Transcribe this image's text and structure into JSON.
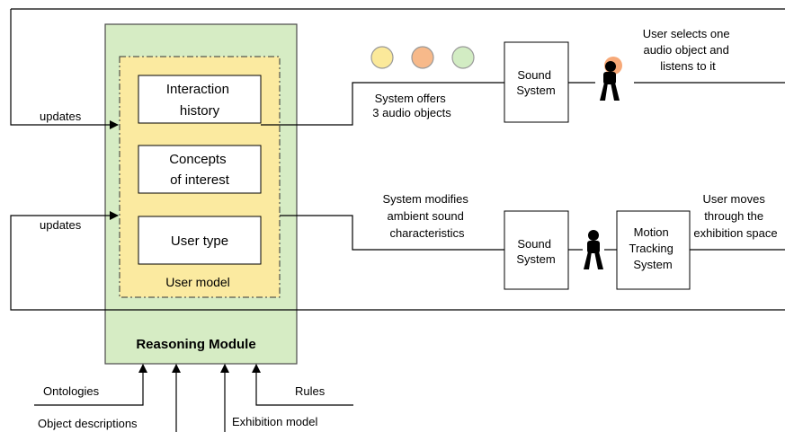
{
  "reasoning_module": {
    "title": "Reasoning Module",
    "fill": "#d6ecc4",
    "stroke": "#4a4a4a"
  },
  "user_model": {
    "label": "User model",
    "fill": "#fbeaa0",
    "boxes": {
      "interaction_history": [
        "Interaction",
        "history"
      ],
      "concepts_of_interest": [
        "Concepts",
        "of interest"
      ],
      "user_type": [
        "User type"
      ]
    }
  },
  "feedback": {
    "updates_top": "updates",
    "updates_bottom": "updates"
  },
  "top_flow": {
    "system_offers": [
      "System offers",
      "3 audio objects"
    ],
    "sound_system": [
      "Sound",
      "System"
    ],
    "user_selects": [
      "User selects one",
      "audio object and",
      "listens to it"
    ],
    "audio_object_colors": [
      "#fbe99a",
      "#f7b98a",
      "#d2ecc3"
    ]
  },
  "bottom_flow": {
    "system_modifies": [
      "System modifies",
      "ambient sound",
      "characteristics"
    ],
    "sound_system": [
      "Sound",
      "System"
    ],
    "motion_tracking": [
      "Motion",
      "Tracking",
      "System"
    ],
    "user_moves": [
      "User moves",
      "through the",
      "exhibition space"
    ]
  },
  "inputs": {
    "ontologies": "Ontologies",
    "object_descriptions": "Object descriptions",
    "exhibition_model": "Exhibition model",
    "rules": "Rules"
  }
}
